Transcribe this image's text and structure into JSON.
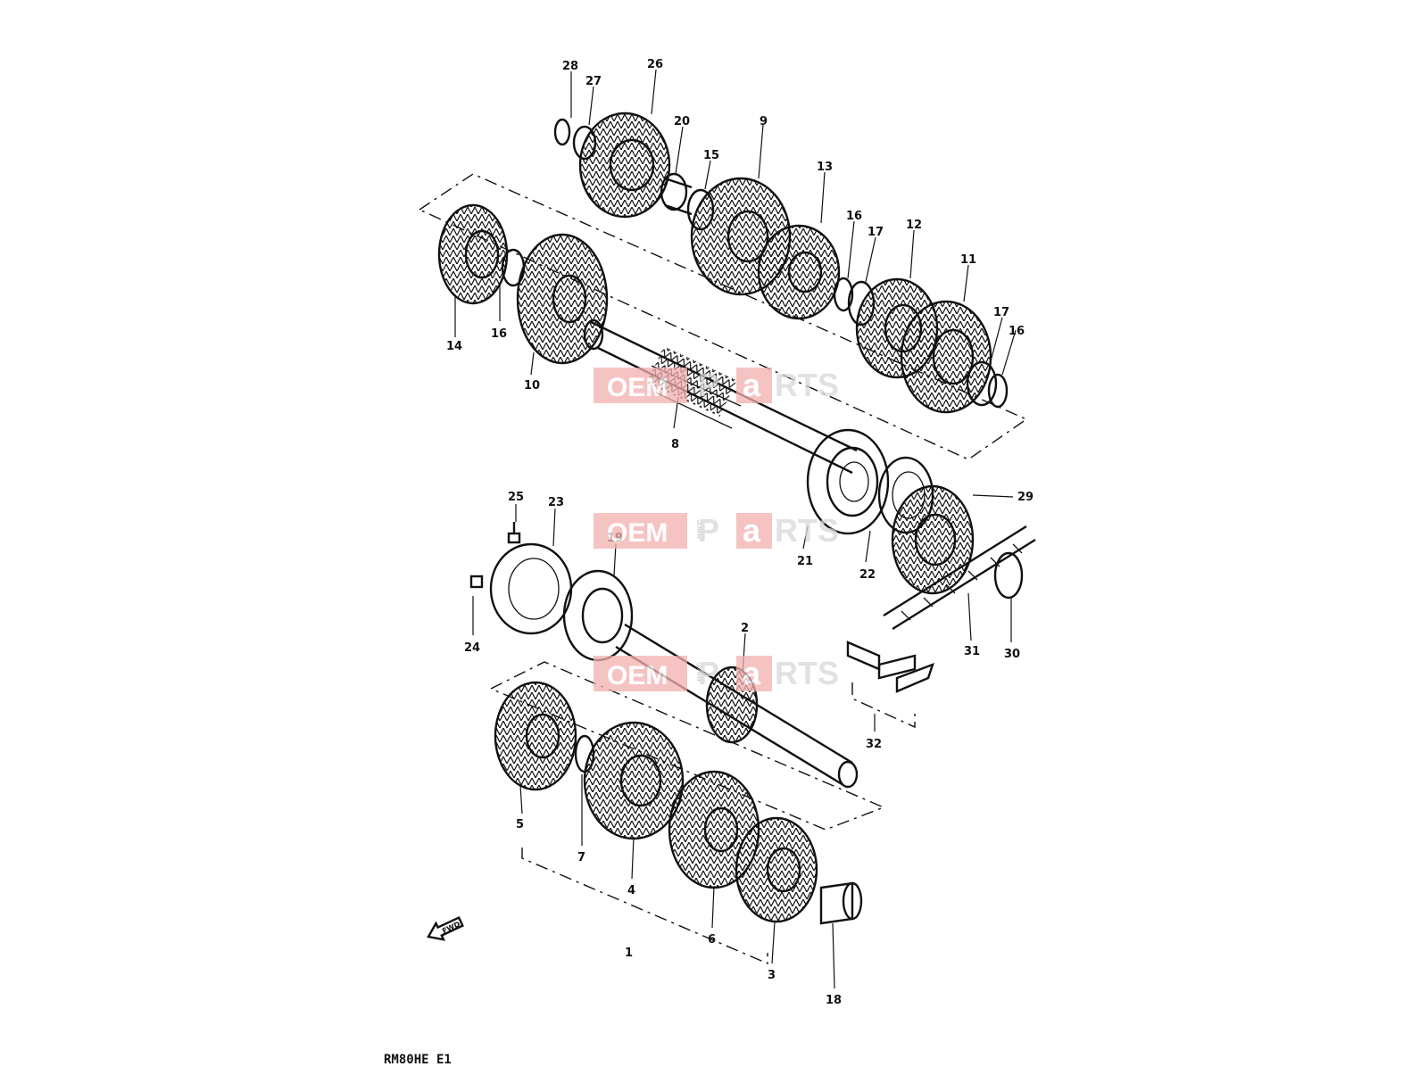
{
  "diagram_code": "RM80HE E1",
  "watermark": {
    "oem": "OEM",
    "bike": "BIKE",
    "parts_a": "P",
    "parts_b": "a",
    "parts_c": "RTS"
  },
  "fwd_label": "FWD",
  "callouts": {
    "c1": "1",
    "c2": "2",
    "c3": "3",
    "c4": "4",
    "c5": "5",
    "c6": "6",
    "c7": "7",
    "c8": "8",
    "c9": "9",
    "c10": "10",
    "c11": "11",
    "c12": "12",
    "c13": "13",
    "c14": "14",
    "c15": "15",
    "c16a": "16",
    "c16b": "16",
    "c16c": "16",
    "c17a": "17",
    "c17b": "17",
    "c18": "18",
    "c19": "19",
    "c20": "20",
    "c21": "21",
    "c22": "22",
    "c23": "23",
    "c24": "24",
    "c25": "25",
    "c26": "26",
    "c27": "27",
    "c28": "28",
    "c29": "29",
    "c30": "30",
    "c31": "31",
    "c32": "32"
  }
}
